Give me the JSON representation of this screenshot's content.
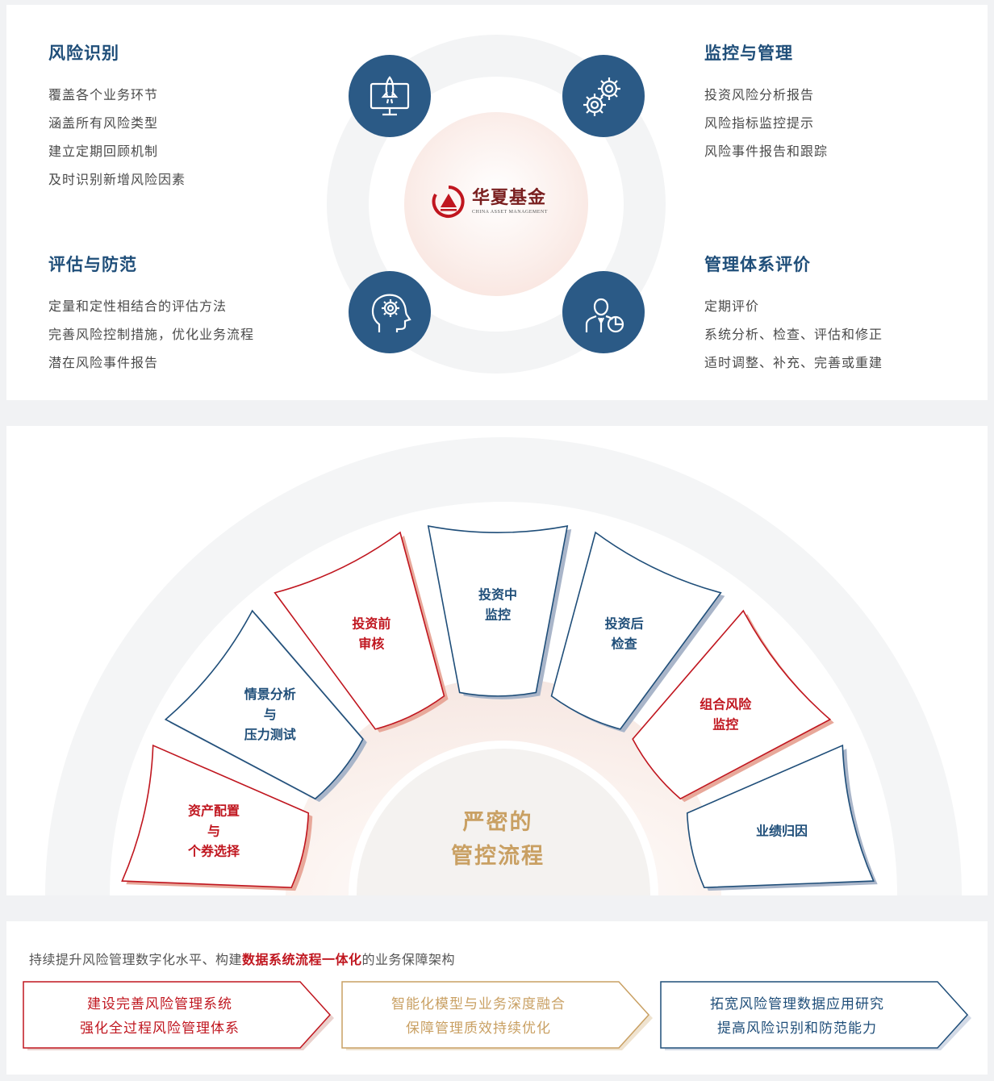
{
  "top_section": {
    "risk_identification": {
      "title": "风险识别",
      "items": [
        "覆盖各个业务环节",
        "涵盖所有风险类型",
        "建立定期回顾机制",
        "及时识别新增风险因素"
      ]
    },
    "monitoring_management": {
      "title": "监控与管理",
      "items": [
        "投资风险分析报告",
        "风险指标监控提示",
        "风险事件报告和跟踪"
      ]
    },
    "assessment_prevention": {
      "title": "评估与防范",
      "items": [
        "定量和定性相结合的评估方法",
        "完善风险控制措施，优化业务流程",
        "潜在风险事件报告"
      ]
    },
    "system_evaluation": {
      "title": "管理体系评价",
      "items": [
        "定期评价",
        "系统分析、检查、评估和修正",
        "适时调整、补充、完善或重建"
      ]
    },
    "logo": {
      "name": "华夏基金",
      "english": "CHINA ASSET MANAGEMENT",
      "color": "#c0161f"
    },
    "icons": [
      "rocket-monitor-icon",
      "gears-icon",
      "head-gear-icon",
      "person-chart-icon"
    ],
    "icon_color": "#2b5a86"
  },
  "process_section": {
    "center_title_line1": "严密的",
    "center_title_line2": "管控流程",
    "segments": [
      {
        "label": [
          "资产配置",
          "与",
          "个券选择"
        ],
        "accent": "red"
      },
      {
        "label": [
          "情景分析",
          "与",
          "压力测试"
        ],
        "accent": "blue"
      },
      {
        "label": [
          "投资前",
          "审核"
        ],
        "accent": "red"
      },
      {
        "label": [
          "投资中",
          "监控"
        ],
        "accent": "blue"
      },
      {
        "label": [
          "投资后",
          "检查"
        ],
        "accent": "blue"
      },
      {
        "label": [
          "组合风险",
          "监控"
        ],
        "accent": "red"
      },
      {
        "label": [
          "业绩归因"
        ],
        "accent": "blue"
      }
    ],
    "colors": {
      "red": "#c0161f",
      "blue": "#1f4e79",
      "gold": "#c9a063"
    }
  },
  "bottom_section": {
    "title_prefix": "持续提升风险管理数字化水平、构建",
    "title_highlight": "数据系统流程一体化",
    "title_suffix": "的业务保障架构",
    "arrows": [
      {
        "line1": "建设完善风险管理系统",
        "line2": "强化全过程风险管理体系",
        "color": "#c0161f"
      },
      {
        "line1": "智能化模型与业务深度融合",
        "line2": "保障管理质效持续优化",
        "color": "#c9a063"
      },
      {
        "line1": "拓宽风险管理数据应用研究",
        "line2": "提高风险识别和防范能力",
        "color": "#1f4e79"
      }
    ]
  }
}
